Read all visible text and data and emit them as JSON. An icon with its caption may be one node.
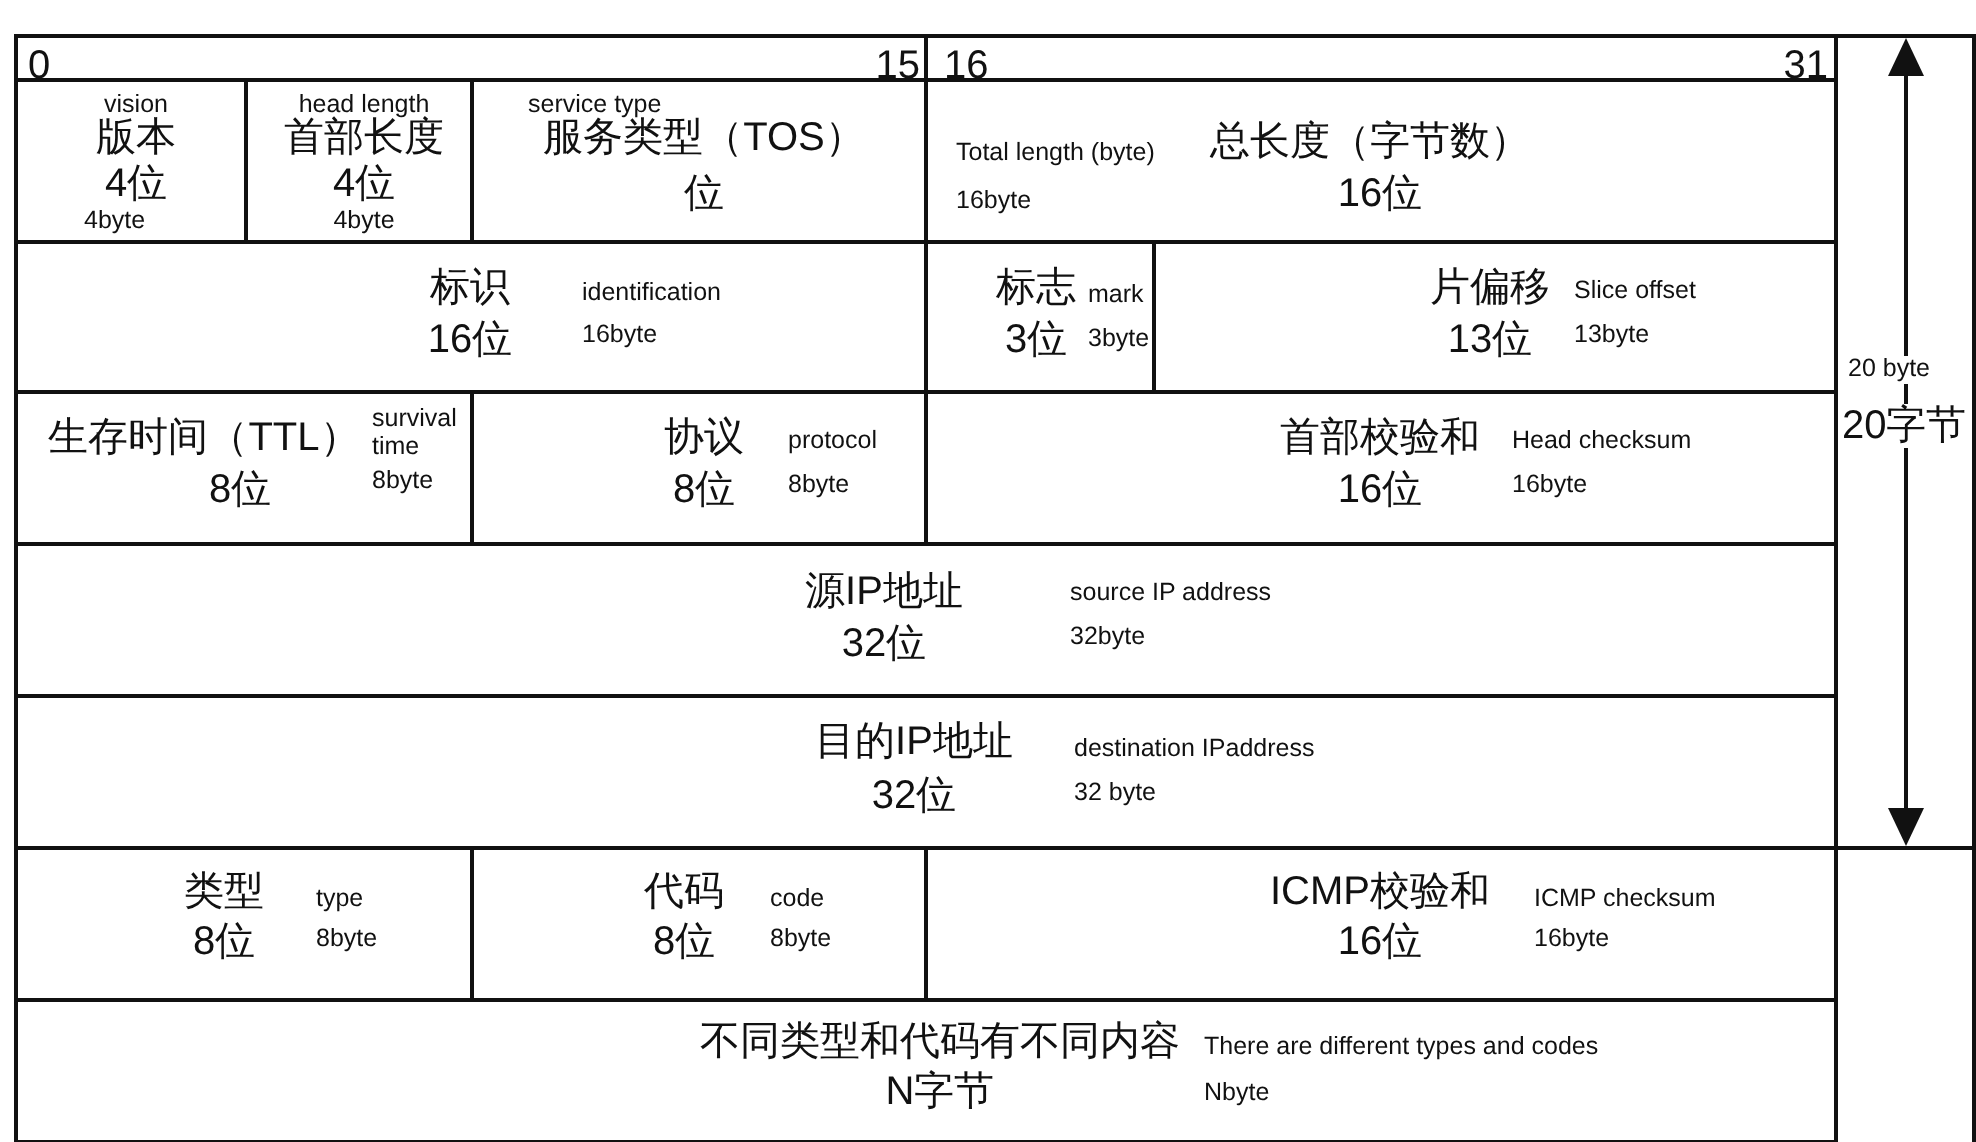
{
  "diagram": {
    "nodes": [
      {
        "text": [
          "0",
          "15"
        ]
      },
      {
        "text": [
          "16",
          "31"
        ]
      },
      {
        "text": [
          "vision",
          "版本",
          "4位",
          "4byte"
        ]
      },
      {
        "text": [
          "head length",
          "首部长度",
          "4位",
          "4byte"
        ]
      },
      {
        "text": [
          "service type",
          "服务类型（TOS）",
          "位"
        ]
      },
      {
        "text": [
          "Total length (byte)",
          "总长度（字节数）",
          "16位",
          "16byte"
        ]
      },
      {
        "text": [
          "标识",
          "16位",
          "identification",
          "16byte"
        ]
      },
      {
        "text": [
          "标志",
          "3位",
          "mark",
          "3byte"
        ]
      },
      {
        "text": [
          "片偏移",
          "13位",
          "Slice offset",
          "13byte"
        ]
      },
      {
        "text": [
          "生存时间（TTL）",
          "8位",
          "survival time",
          "8byte"
        ]
      },
      {
        "text": [
          "协议",
          "8位",
          "protocol",
          "8byte"
        ]
      },
      {
        "text": [
          "首部校验和",
          "16位",
          "Head checksum",
          "16byte"
        ]
      },
      {
        "text": [
          "源IP地址",
          "32位",
          "source IP address",
          "32byte"
        ]
      },
      {
        "text": [
          "目的IP地址",
          "32位",
          "destination IPaddress",
          "32 byte"
        ]
      },
      {
        "text": [
          "类型",
          "8位",
          "type",
          "8byte"
        ]
      },
      {
        "text": [
          "代码",
          "8位",
          "code",
          "8byte"
        ]
      },
      {
        "text": [
          "ICMP校验和",
          "16位",
          "ICMP checksum",
          "16byte"
        ]
      },
      {
        "text": [
          "不同类型和代码有不同内容",
          "N字节",
          "There are different types and codes",
          "Nbyte"
        ]
      }
    ],
    "labels": [
      "20 byte",
      "20字节"
    ]
  }
}
